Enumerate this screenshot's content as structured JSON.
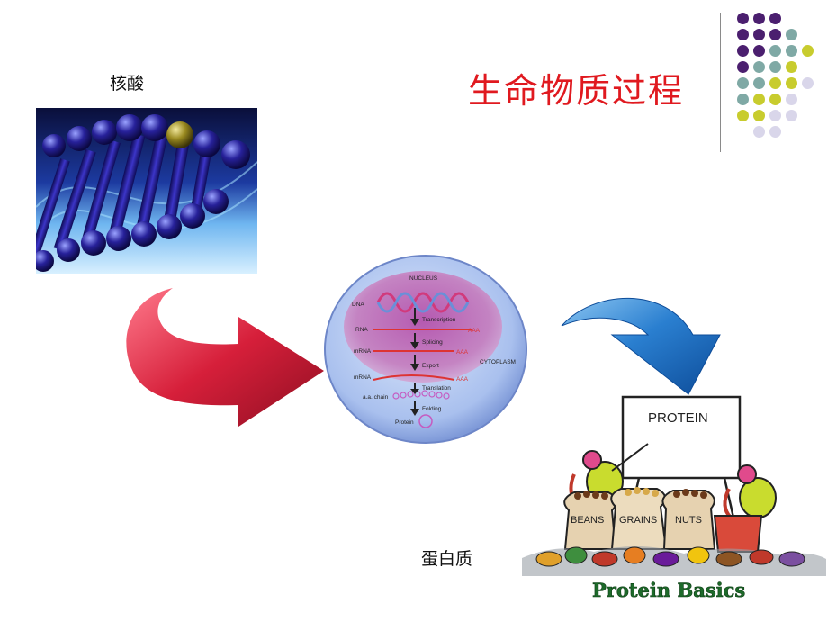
{
  "slide": {
    "title": "生命物质过程",
    "label_nucleic_acid": "核酸",
    "label_protein": "蛋白质"
  },
  "cell_diagram": {
    "nucleus": "NUCLEUS",
    "cytoplasm": "CYTOPLASM",
    "dna": "DNA",
    "rna": "RNA",
    "mrna1": "mRNA",
    "mrna2": "mRNA",
    "aa_chain": "a.a. chain",
    "protein": "Protein",
    "transcription": "Transcription",
    "splicing": "Splicing",
    "export": "Export",
    "translation": "Translation",
    "folding": "Folding",
    "aaa1": "AAA",
    "aaa2": "AAA",
    "aaa3": "AAA"
  },
  "cartoon": {
    "board": "PROTEIN",
    "beans": "BEANS",
    "grains": "GRAINS",
    "nuts": "NUTS",
    "caption": "Protein Basics"
  },
  "colors": {
    "title_red": "#e0191f",
    "dot_purple": "#4b1f6f",
    "dot_teal": "#7fa9a5",
    "dot_yellow": "#c8cc2e",
    "dot_lavender": "#d9d6ea",
    "arrow_red": "#d61f3a",
    "arrow_blue": "#2a7fd0"
  }
}
